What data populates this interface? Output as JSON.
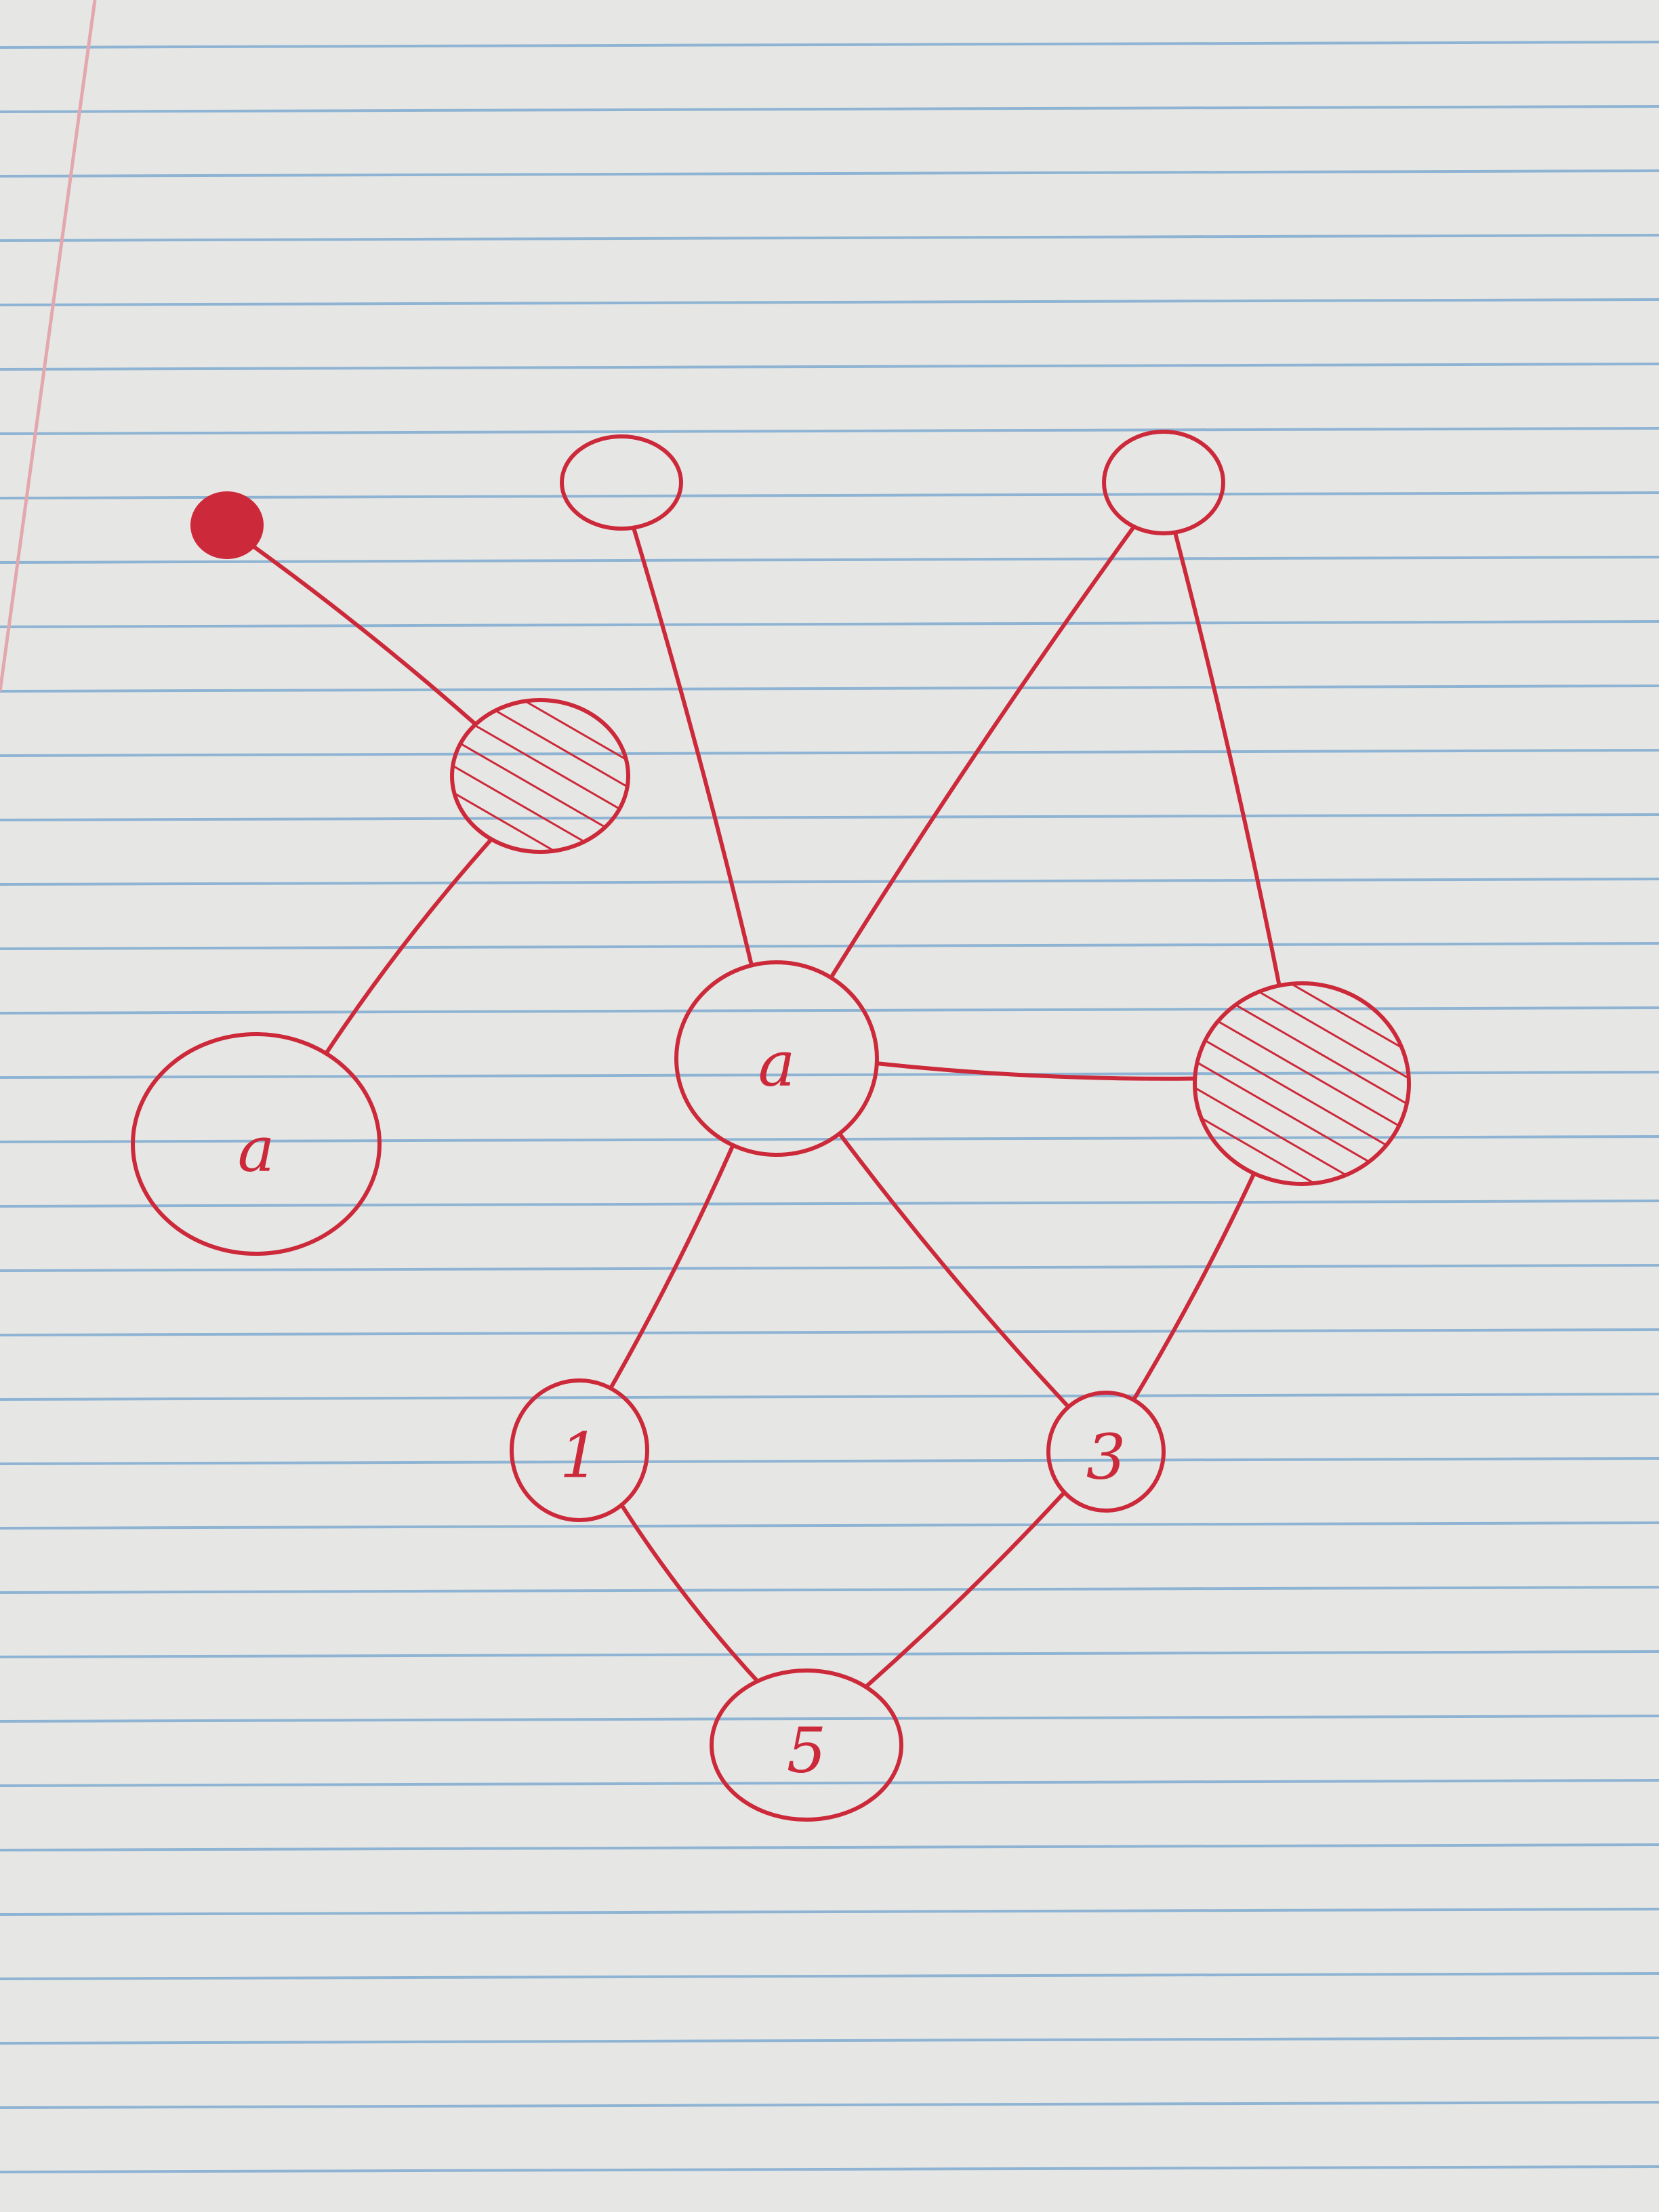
{
  "colors": {
    "paper": "#e6e7e5",
    "rule_line": "#8fb4d3",
    "margin_line": "#e3a7ae",
    "ink": "#cc2a3a"
  },
  "diagram": {
    "nodes": [
      {
        "id": "dot",
        "style": "filled-dot",
        "label": ""
      },
      {
        "id": "hatch-left",
        "style": "hatched",
        "label": ""
      },
      {
        "id": "a-left",
        "style": "empty",
        "label": "a"
      },
      {
        "id": "top-mid",
        "style": "empty",
        "label": ""
      },
      {
        "id": "top-right",
        "style": "empty",
        "label": ""
      },
      {
        "id": "a-center",
        "style": "empty",
        "label": "a"
      },
      {
        "id": "hatch-right",
        "style": "hatched",
        "label": ""
      },
      {
        "id": "n1",
        "style": "empty",
        "label": "1"
      },
      {
        "id": "n3",
        "style": "empty",
        "label": "3"
      },
      {
        "id": "n5",
        "style": "empty",
        "label": "5"
      }
    ],
    "edges": [
      [
        "dot",
        "hatch-left"
      ],
      [
        "hatch-left",
        "a-left"
      ],
      [
        "top-mid",
        "a-center"
      ],
      [
        "top-right",
        "a-center"
      ],
      [
        "top-right",
        "hatch-right"
      ],
      [
        "a-center",
        "hatch-right"
      ],
      [
        "a-center",
        "n1"
      ],
      [
        "a-center",
        "n3"
      ],
      [
        "hatch-right",
        "n3"
      ],
      [
        "n1",
        "n5"
      ],
      [
        "n3",
        "n5"
      ]
    ]
  }
}
